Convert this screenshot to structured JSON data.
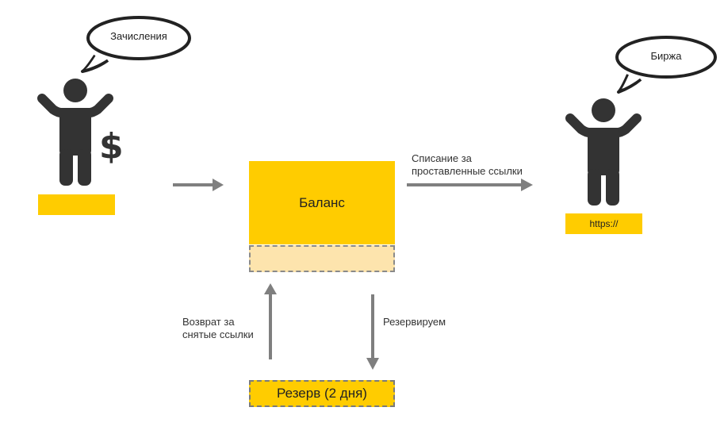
{
  "left_person": {
    "bubble_text": "Зачисления",
    "dollar_symbol": "$"
  },
  "right_person": {
    "bubble_text": "Биржа",
    "url_label": "https://"
  },
  "balance": {
    "title": "Баланс"
  },
  "reserve": {
    "title": "Резерв (2 дня)"
  },
  "labels": {
    "debit_line1": "Списание за",
    "debit_line2": "проставленные ссылки",
    "return_line1": "Возврат за",
    "return_line2": "снятые ссылки",
    "reserve_action": "Резервируем"
  },
  "colors": {
    "accent_yellow": "#ffcc00",
    "light_yellow": "#fde4ad",
    "figure_dark": "#333333",
    "arrow_gray": "#7f7f7f"
  }
}
